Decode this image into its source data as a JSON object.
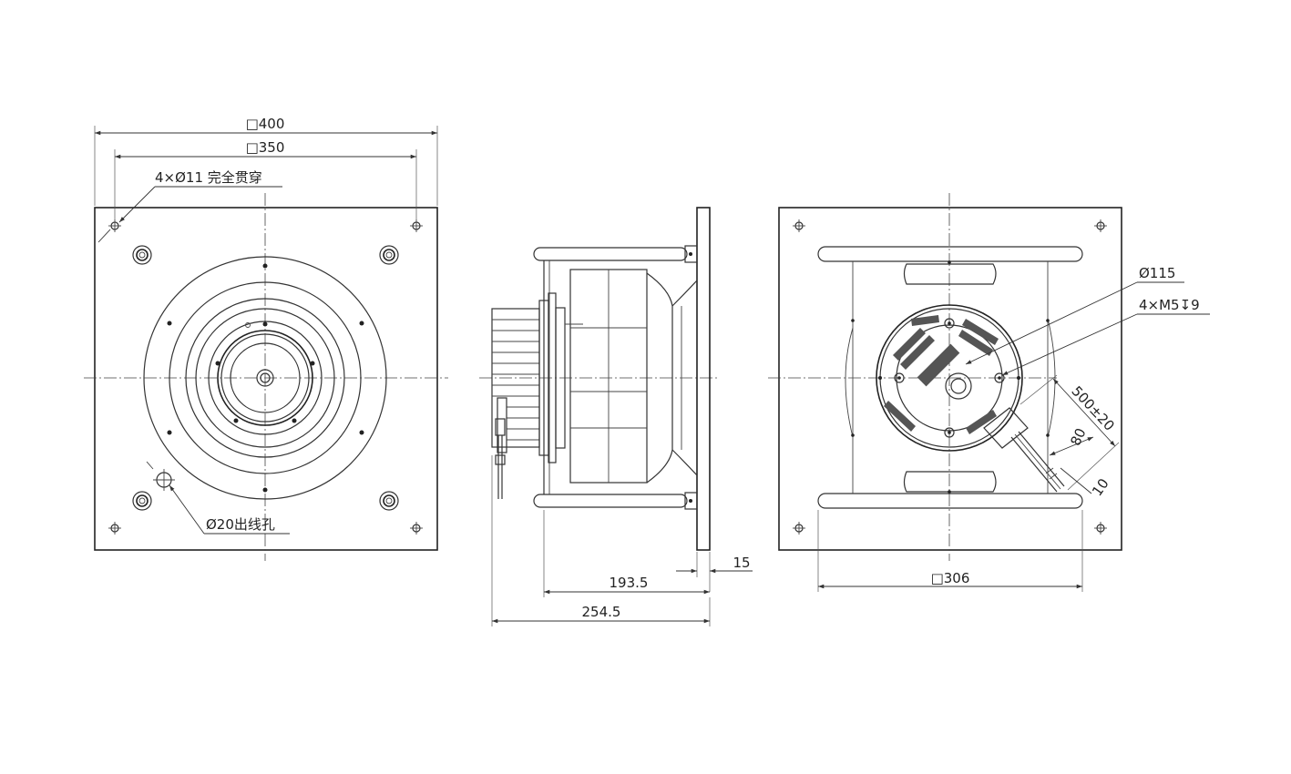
{
  "views": {
    "front": {
      "dim_outer": "□400",
      "dim_holes": "□350",
      "note_holes": "4×Ø11 完全贯穿",
      "note_cable_hole": "Ø20出线孔"
    },
    "side": {
      "dim_plate": "15",
      "dim_body": "193.5",
      "dim_total": "254.5"
    },
    "rear": {
      "dim_frame": "□306",
      "note_motor": "Ø115",
      "note_screws": "4×M5↧9",
      "dim_cable_length": "500±20",
      "dim_cable_80": "80",
      "dim_cable_10": "10"
    }
  },
  "colors": {
    "line": "#333333",
    "background": "#ffffff"
  }
}
